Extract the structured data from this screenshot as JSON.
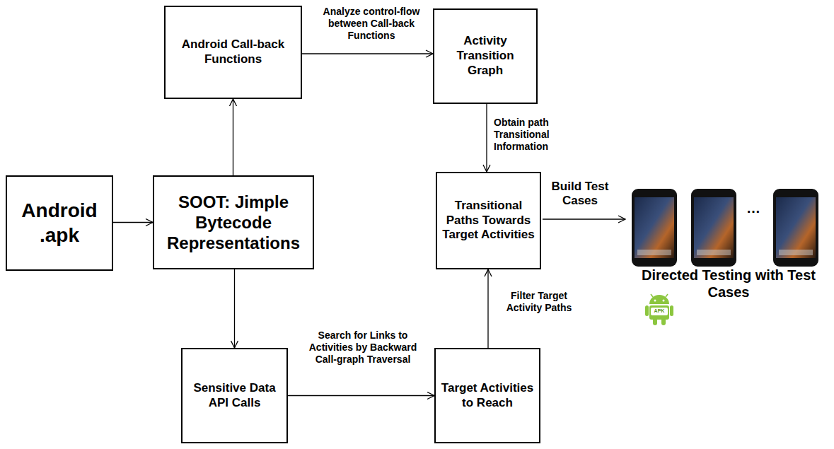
{
  "diagram": {
    "nodes": [
      {
        "text": [
          "Android .apk"
        ]
      },
      {
        "text": [
          "Android Call-back Functions"
        ]
      },
      {
        "text": [
          "Activity Transition Graph"
        ]
      },
      {
        "text": [
          "SOOT: Jimple Bytecode Representations"
        ]
      },
      {
        "text": [
          "Transitional Paths Towards Target Activities"
        ]
      },
      {
        "text": [
          "Sensitive Data API Calls"
        ]
      },
      {
        "text": [
          "Target Activities to Reach"
        ]
      }
    ],
    "edges": [
      {
        "from": 0,
        "to": 3,
        "arrow": "to"
      },
      {
        "from": 3,
        "to": 1,
        "arrow": "to"
      },
      {
        "from": 1,
        "to": 2,
        "arrow": "to",
        "label": "Analyze control-flow between Call-back Functions"
      },
      {
        "from": 2,
        "to": 4,
        "arrow": "to",
        "label": "Obtain path Transitional Information"
      },
      {
        "from": 3,
        "to": 5,
        "arrow": "to"
      },
      {
        "from": 5,
        "to": 6,
        "arrow": "to",
        "label": "Search for Links to Activities by Backward Call-graph Traversal"
      },
      {
        "from": 6,
        "to": 4,
        "arrow": "to",
        "label": "Filter Target Activity Paths"
      }
    ],
    "labels": [
      "Build Test Cases",
      "…",
      "Directed Testing with Test Cases",
      "APK"
    ]
  }
}
